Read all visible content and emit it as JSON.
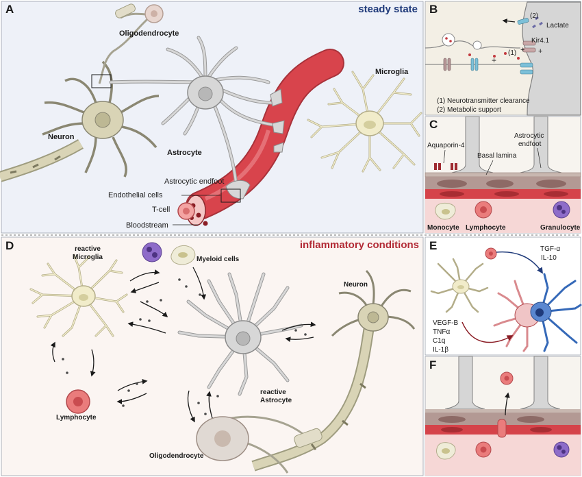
{
  "panels": {
    "A": {
      "letter": "A",
      "title": "steady state",
      "labels": {
        "oligodendrocyte": "Oligodendrocyte",
        "microglia": "Microglia",
        "neuron": "Neuron",
        "astrocyte": "Astrocyte",
        "astrocytic_endfoot": "Astrocytic endfoot",
        "endothelial_cells": "Endothelial cells",
        "t_cell": "T-cell",
        "bloodstream": "Bloodstream"
      }
    },
    "B": {
      "letter": "B",
      "labels": {
        "marker_2": "(2)",
        "lactate": "Lactate",
        "kir": "Kir4.1",
        "marker_1": "(1)",
        "legend_1": "(1) Neurotransmitter clearance",
        "legend_2": "(2) Metabolic support"
      }
    },
    "C": {
      "letter": "C",
      "labels": {
        "aquaporin": "Aquaporin-4",
        "basal_lamina": "Basal lamina",
        "endfoot_1": "Astrocytic",
        "endfoot_2": "endfoot",
        "monocyte": "Monocyte",
        "lymphocyte": "Lymphocyte",
        "granulocyte": "Granulocyte"
      }
    },
    "D": {
      "letter": "D",
      "title": "inflammatory conditions",
      "labels": {
        "reactive_microglia_1": "reactive",
        "reactive_microglia_2": "Microglia",
        "myeloid_cells": "Myeloid cells",
        "neuron": "Neuron",
        "reactive_astrocyte_1": "reactive",
        "reactive_astrocyte_2": "Astrocyte",
        "lymphocyte": "Lymphocyte",
        "oligodendrocyte": "Oligodendrocyte"
      }
    },
    "E": {
      "letter": "E",
      "labels": {
        "tgf": "TGF-α",
        "il10": "IL-10",
        "vegf": "VEGF-B",
        "tnf": "TNFα",
        "c1q": "C1q",
        "il1b": "IL-1β"
      }
    },
    "F": {
      "letter": "F"
    }
  },
  "colors": {
    "title_steady": "#1f3a7a",
    "title_inflammatory": "#b22a35",
    "vessel_red": "#d8444c",
    "astrocyte_gray": "#d3d3d3",
    "neuron_olive": "#e9e4cb",
    "microglia_yellow": "#f1ecca",
    "lymphocyte_pink": "#ea7c7c",
    "granulocyte_purple": "#8e6cc9",
    "background_a": "#eef1f8",
    "background_d": "#fbf5f2"
  }
}
